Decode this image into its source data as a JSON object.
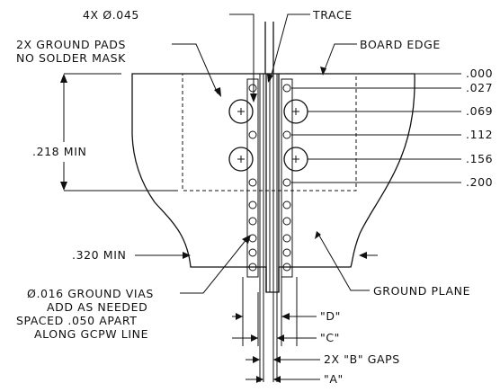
{
  "labels": {
    "holes": "4X Ø.045",
    "trace": "TRACE",
    "ground_pads_1": "2X GROUND PADS",
    "ground_pads_2": "NO SOLDER MASK",
    "board_edge": "BOARD EDGE",
    "min_218": ".218 MIN",
    "min_320": ".320 MIN",
    "vias_1": "Ø.016 GROUND VIAS",
    "vias_2": "ADD AS NEEDED",
    "vias_3": "SPACED .050 APART",
    "vias_4": "ALONG GCPW LINE",
    "ground_plane": "GROUND PLANE",
    "dim_d": "\"D\"",
    "dim_c": "\"C\"",
    "gaps_b": "2X \"B\" GAPS",
    "dim_a": "\"A\""
  },
  "scale": [
    ".000",
    ".027",
    ".069",
    ".112",
    ".156",
    ".200"
  ]
}
